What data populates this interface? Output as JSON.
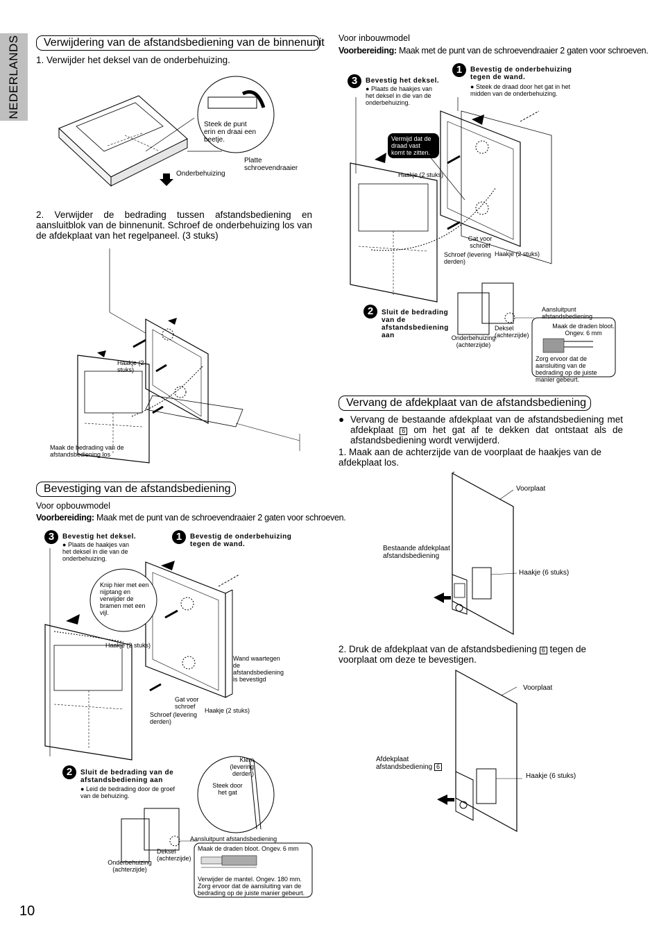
{
  "side_tab": "NEDERLANDS",
  "page_number": "10",
  "removal": {
    "title": "Verwijdering van de afstandsbediening van de binnenunit",
    "step1": "1.  Verwijder het deksel van de onderbehuizing.",
    "callout_insert": "Steek de punt erin en draai een beetje.",
    "label_housing": "Onderbehuizing",
    "label_screwdriver": "Platte schroevendraaier",
    "step2": "2.  Verwijder de bedrading tussen afstandsbediening en aansluitblok van de binnenunit. Schroef de onderbehuizing los van de afdekplaat van het regelpaneel. (3 stuks)",
    "label_hooks": "Haakje (2 stuks)",
    "label_detach_wiring": "Maak de bedrading van de afstandsbediening los"
  },
  "mounting": {
    "title": "Bevestiging van de afstandsbediening",
    "surface_model": "Voor opbouwmodel",
    "prep_label": "Voorbereiding:",
    "prep_text": "Maak met de punt van de schroevendraaier 2 gaten voor schroeven.",
    "step3_title": "Bevestig het deksel.",
    "step3_bullet": "Plaats de haakjes van het deksel in die van de onderbehuizing.",
    "step1_title": "Bevestig de onderbehuizing tegen de wand.",
    "callout_cut": "Knip hier met een nijptang en verwijder de bramen met een vijl.",
    "label_hooks": "Haakje (2 stuks)",
    "label_wall": "Wand waartegen de afstandsbediening is bevestigd",
    "label_screw_hole": "Gat voor schroef",
    "label_screw": "Schroef (levering derden)",
    "label_hooks2": "Haakje (2 stuks)",
    "step2_title": "Sluit de bedrading van de afstandsbediening aan",
    "step2_bullet": "Leid de bedrading door de groef van de behuizing.",
    "label_clamp": "Klem (levering derden)",
    "label_insert_hole": "Steek door het gat",
    "label_terminal": "Aansluitpunt afstandsbediening",
    "label_strip": "Maak de draden bloot. Ongev. 6 mm",
    "label_sheath": "Verwijder de mantel. Ongev. 180 mm. Zorg ervoor dat de aansluiting van de bedrading op de juiste manier gebeurt.",
    "label_cover_back": "Deksel (achterzijde)",
    "label_housing_back": "Onderbehuizing (achterzijde)"
  },
  "flush": {
    "model": "Voor inbouwmodel",
    "prep_label": "Voorbereiding:",
    "prep_text": "Maak met de punt van de schroevendraaier 2 gaten voor schroeven.",
    "step3_title": "Bevestig het deksel.",
    "step3_bullet": "Plaats de haakjes van het deksel in die van de onderbehuizing.",
    "step1_title": "Bevestig de onderbehuizing tegen de wand.",
    "step1_bullet": "Steek de draad door het gat in het midden van de onderbehuizing.",
    "callout_wire": "Vermijd dat de draad vast komt te zitten.",
    "label_hooks": "Haakje (2 stuks)",
    "label_screw_hole": "Gat voor schroef",
    "label_screw": "Schroef (levering derden)",
    "label_hooks2": "Haakje (2 stuks)",
    "step2_title": "Sluit de bedrading van de afstandsbediening aan",
    "label_terminal": "Aansluitpunt afstandsbediening",
    "label_strip": "Maak de draden bloot. Ongev. 6 mm",
    "label_correct": "Zorg ervoor dat de aansluiting van de bedrading op de juiste manier gebeurt.",
    "label_cover_back": "Deksel (achterzijde)",
    "label_housing_back": "Onderbehuizing (achterzijde)"
  },
  "replace": {
    "title": "Vervang de afdekplaat van de afstandsbediening",
    "bullet": "Vervang de bestaande afdekplaat van de afstandsbediening met afdekplaat",
    "bullet_box": "6",
    "bullet_rest": "om het gat af te dekken dat ontstaat als de afstandsbediening wordt verwijderd.",
    "step1": "1.  Maak aan de achterzijde van de voorplaat de haakjes van de afdekplaat los.",
    "label_front": "Voorplaat",
    "label_existing": "Bestaande afdekplaat afstandsbediening",
    "label_hooks6": "Haakje (6 stuks)",
    "step2_a": "2.  Druk de afdekplaat van de afstandsbediening",
    "step2_box": "6",
    "step2_b": "tegen de voorplaat om deze te bevestigen.",
    "label_front2": "Voorplaat",
    "label_cover": "Afdekplaat afstandsbediening",
    "label_cover_box": "6",
    "label_hooks6b": "Haakje (6 stuks)"
  }
}
